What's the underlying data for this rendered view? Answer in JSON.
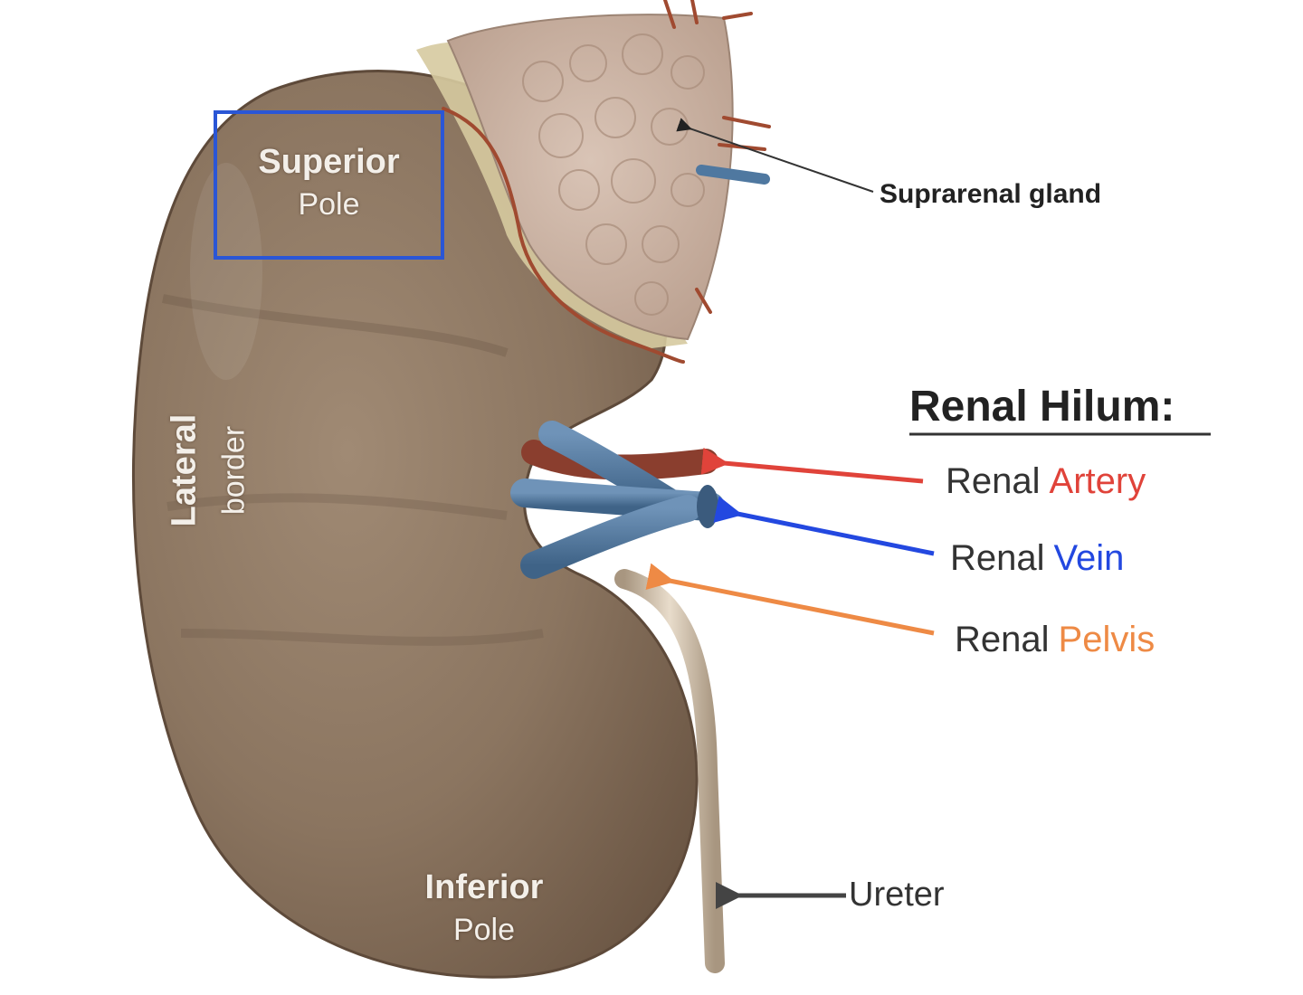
{
  "organ_labels": {
    "superior_pole": {
      "line1": "Superior",
      "line2": "Pole"
    },
    "lateral_border": {
      "line1": "Lateral",
      "line2": "border"
    },
    "inferior_pole": {
      "line1": "Inferior",
      "line2": "Pole"
    }
  },
  "callouts": {
    "suprarenal_gland": "Suprarenal gland",
    "ureter": "Ureter"
  },
  "hilum": {
    "heading": "Renal Hilum:",
    "items": [
      {
        "prefix": "Renal",
        "name": "Artery",
        "color": "#e0433a"
      },
      {
        "prefix": "Renal",
        "name": "Vein",
        "color": "#2348e0"
      },
      {
        "prefix": "Renal",
        "name": "Pelvis",
        "color": "#ee8a45"
      }
    ]
  },
  "colors": {
    "kidney": "#8b7560",
    "superior_pole_box": "#2a56d6",
    "ureter_arrow": "#444444"
  }
}
